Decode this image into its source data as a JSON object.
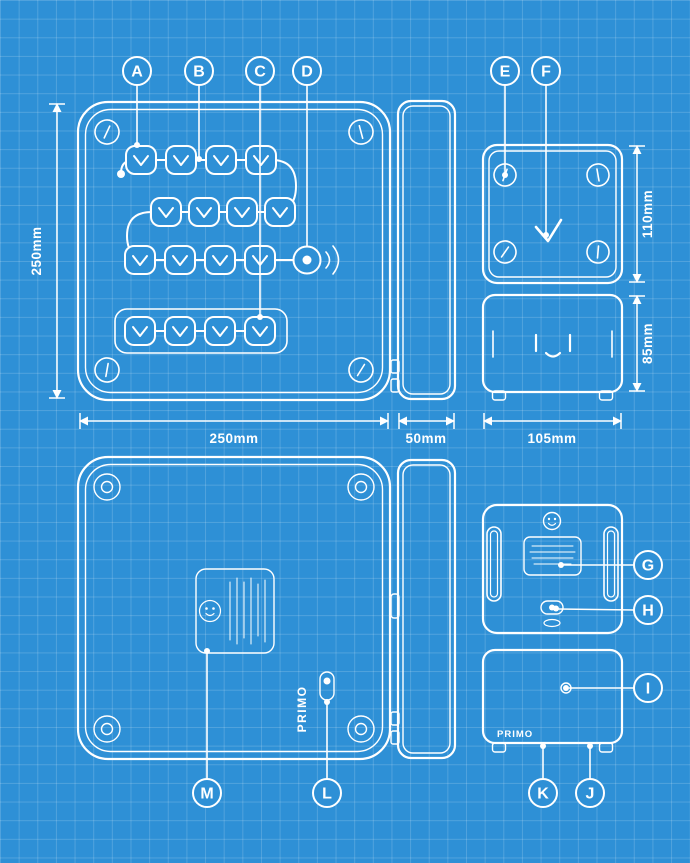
{
  "colors": {
    "background": "#2E90D6",
    "grid_line": "rgba(255,255,255,0.17)",
    "ink": "#FFFFFF"
  },
  "callouts": {
    "a": "A",
    "b": "B",
    "c": "C",
    "d": "D",
    "e": "E",
    "f": "F",
    "g": "G",
    "h": "H",
    "i": "I",
    "j": "J",
    "k": "K",
    "l": "L",
    "m": "M"
  },
  "dimensions": {
    "board_height": "250mm",
    "board_width": "250mm",
    "board_depth": "50mm",
    "robot_width": "105mm",
    "robot_length": "110mm",
    "robot_height": "85mm"
  },
  "labels": {
    "primo_board_back": "PRIMO",
    "primo_robot_back": "PRIMO"
  }
}
